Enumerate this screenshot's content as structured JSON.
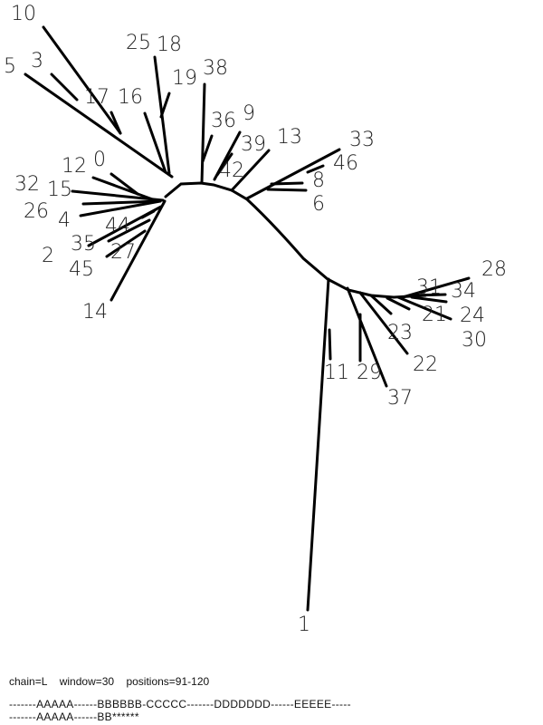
{
  "tree": {
    "leaves": [
      "10",
      "5",
      "3",
      "17",
      "16",
      "25",
      "18",
      "19",
      "38",
      "36",
      "9",
      "39",
      "42",
      "13",
      "33",
      "46",
      "8",
      "6",
      "0",
      "12",
      "32",
      "15",
      "26",
      "4",
      "44",
      "2",
      "35",
      "27",
      "45",
      "14",
      "1",
      "11",
      "29",
      "37",
      "22",
      "23",
      "21",
      "30",
      "28",
      "31",
      "34",
      "24"
    ]
  },
  "info": {
    "chain": "chain=L",
    "window": "window=30",
    "positions": "positions=91-120"
  },
  "sequences": [
    "-------AAAAA------BBBBBB-CCCCC-------DDDDDDD------EEEEE-----",
    "-------AAAAA------BB******"
  ]
}
